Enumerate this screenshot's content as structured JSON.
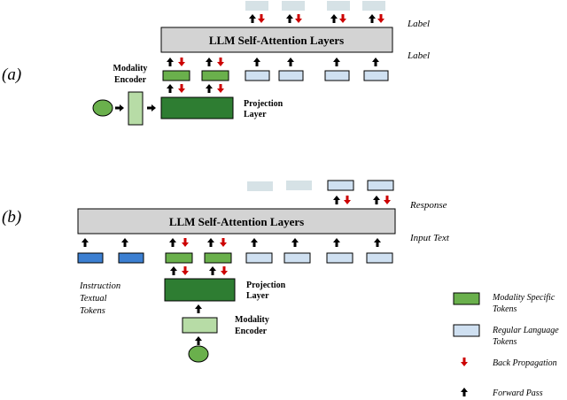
{
  "panel_a": {
    "tag": "(a)",
    "layer_title": "LLM Self-Attention Layers",
    "label_top": "Label",
    "label_mid": "Label",
    "encoder_line1": "Modality",
    "encoder_line2": "Encoder",
    "projection_line1": "Projection",
    "projection_line2": "Layer"
  },
  "panel_b": {
    "tag": "(b)",
    "layer_title": "LLM Self-Attention Layers",
    "response_label": "Response",
    "input_text_label": "Input Text",
    "instruction_line1": "Instruction",
    "instruction_line2": "Textual",
    "instruction_line3": "Tokens",
    "projection_line1": "Projection",
    "projection_line2": "Layer",
    "encoder_line1": "Modality",
    "encoder_line2": "Encoder"
  },
  "legend": {
    "modality_line1": "Modality Specific",
    "modality_line2": "Tokens",
    "regular_line1": "Regular Language",
    "regular_line2": "Tokens",
    "back_propagation": "Back Propagation",
    "forward_pass": "Forward Pass"
  },
  "colors": {
    "layer_fill": "#d3d3d3",
    "modality_token": "#6ab04c",
    "projection_fill": "#2e7d32",
    "encoder_fill": "#b7dca6",
    "regular_token": "#cfe0f1",
    "instruction_token": "#3c7fd1",
    "output_token": "#d6e2e6",
    "forward_arrow": "#000000",
    "back_arrow": "#cc0000"
  }
}
